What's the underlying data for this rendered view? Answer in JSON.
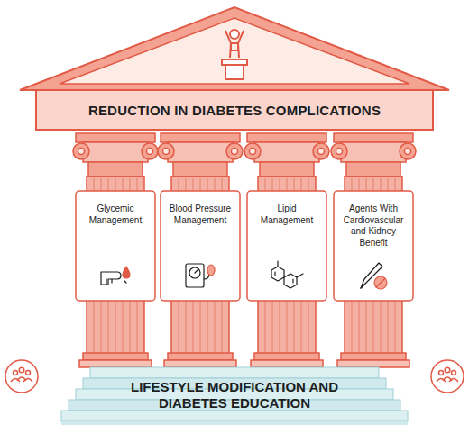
{
  "diagram": {
    "nodes": [
      {
        "text": [
          "REDUCTION IN DIABETES COMPLICATIONS"
        ]
      },
      {
        "text": [
          "Glycemic Management"
        ]
      },
      {
        "text": [
          "Blood Pressure Management"
        ]
      },
      {
        "text": [
          "Lipid Management"
        ]
      },
      {
        "text": [
          "Agents With Cardiovascular and Kidney Benefit"
        ]
      },
      {
        "text": [
          "LIFESTYLE MODIFICATION AND DIABETES EDUCATION"
        ]
      }
    ]
  }
}
